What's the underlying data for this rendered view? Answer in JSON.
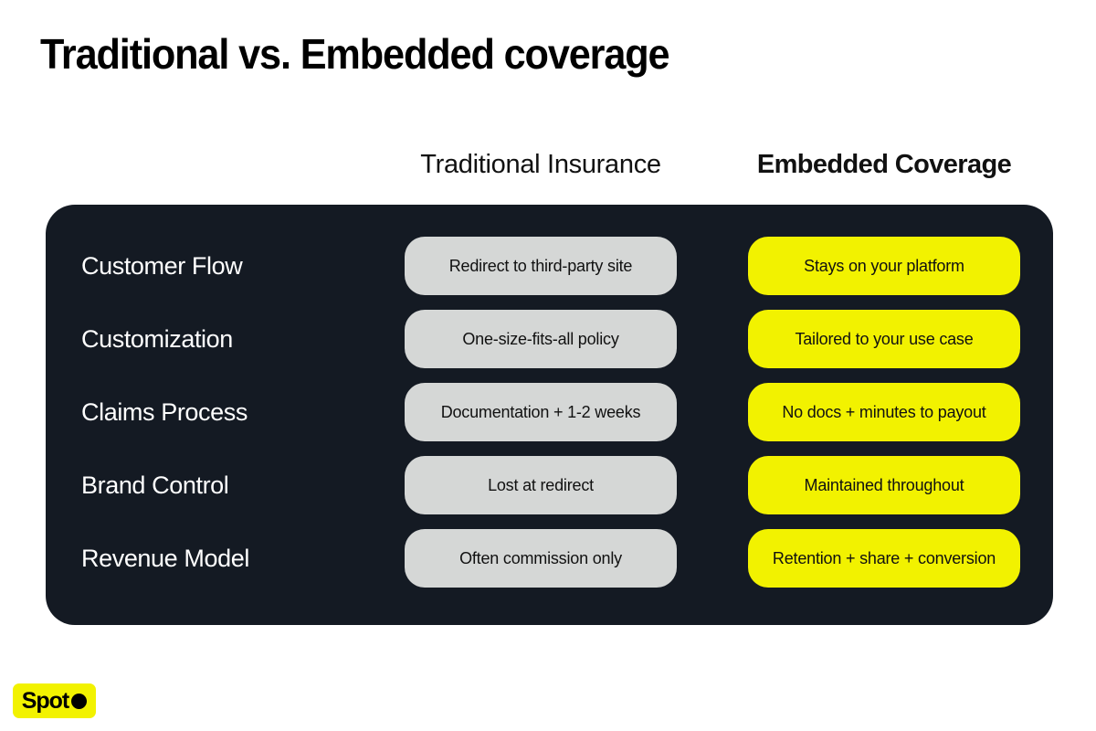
{
  "title": "Traditional vs. Embedded coverage",
  "columns": {
    "traditional_header": "Traditional Insurance",
    "embedded_header": "Embedded Coverage"
  },
  "rows": [
    {
      "label": "Customer Flow",
      "traditional": "Redirect to third-party site",
      "embedded": "Stays on your platform"
    },
    {
      "label": "Customization",
      "traditional": "One-size-fits-all policy",
      "embedded": "Tailored to your use case"
    },
    {
      "label": "Claims Process",
      "traditional": "Documentation + 1-2 weeks",
      "embedded": "No docs + minutes to payout"
    },
    {
      "label": "Brand Control",
      "traditional": "Lost at redirect",
      "embedded": "Maintained throughout"
    },
    {
      "label": "Revenue Model",
      "traditional": "Often commission only",
      "embedded": "Retention + share + conversion"
    }
  ],
  "logo": {
    "word": "Spot",
    "dot_icon": "filled-circle-icon"
  },
  "colors": {
    "page_background": "#ffffff",
    "card_background": "#141a23",
    "traditional_pill": "#d5d7d6",
    "embedded_pill": "#f2f200",
    "label_text": "#ffffff",
    "pill_text": "#111111",
    "title_text": "#000000",
    "logo_background": "#f2f200",
    "logo_text": "#000000"
  }
}
